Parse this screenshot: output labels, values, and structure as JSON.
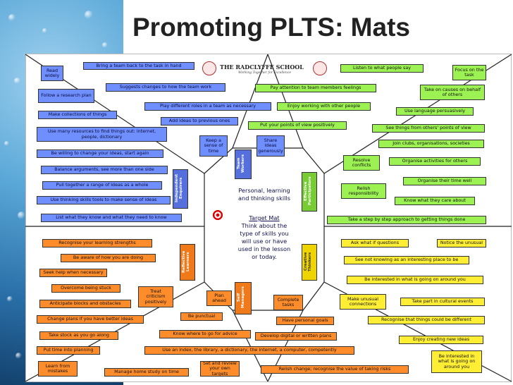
{
  "title": "Promoting PLTS: Mats",
  "school": {
    "name": "THE RADCLYFFE SCHOOL",
    "tagline": "Working Together for Excellence"
  },
  "center": {
    "line1": "Personal, learning",
    "line2": "and thinking skills",
    "line3": "Target Mat",
    "line4": "Think about the",
    "line5": "type of skills you",
    "line6": "will use or have",
    "line7": "used in the lesson",
    "line8": "or today."
  },
  "section_labels": {
    "team_workers": "Team Workers",
    "independent_enquirers": "Independent Enquirers",
    "effective_participators": "Effective Participators",
    "reflective_learners": "Reflective Learners",
    "creative_thinkers": "Creative Thinkers",
    "self_managers": "Self Managers"
  },
  "blue": [
    "Read widely",
    "Bring a team back to the task in hand",
    "Follow a research plan",
    "Suggests changes to how the team work",
    "Make collections of things",
    "Play different roles in a team as necessary",
    "Use many resources to find things out: internet, people, dictionary",
    "Add ideas to previous ones",
    "Be willing to change your ideas, start again",
    "Keep a sense of time",
    "Balance arguments, see more than one side",
    "Share ideas generously",
    "Pull together a range of ideas as a whole",
    "Use thinking skills tools to make sense of ideas",
    "List what they know and what they need to know"
  ],
  "green": [
    "Listen to what people say",
    "Focus on the task",
    "Pay attention to team members feelings",
    "Take on causes on behalf of others",
    "Enjoy working with other people",
    "Use language persuasively",
    "Put your points of view positively",
    "See things from others' points of view",
    "Join clubs, organisations, societies",
    "Resolve conflicts",
    "Organise activities for others",
    "Relish responsibility",
    "Organise their time well",
    "Know what they care about",
    "Take a step by step approach to getting things done"
  ],
  "orange": [
    "Recognise your learning strengths",
    "Be aware of how you are doing",
    "Seek help when necessary",
    "Overcome being stuck",
    "Treat criticism positively",
    "Anticipate blocks and obstacles",
    "Change plans if you have better ideas",
    "Take stock as you go along",
    "Put time into planning",
    "Learn from mistakes",
    "Plan ahead",
    "Complete tasks",
    "Be punctual",
    "Have personal goals",
    "Know where to go for advice",
    "Develop digital or written plans",
    "Use an index, the library, a dictionary, the internet, a computer, competently",
    "Set and review your own targets",
    "Manage home study on time",
    "Relish change; recognise the value of taking risks"
  ],
  "yellow": [
    "Ask what if questions",
    "Notice the unusual",
    "See not knowing as an interesting place to be",
    "Be interested in what is going on around you",
    "Make unusual connections",
    "Take part in cultural events",
    "Recognise that things could be different",
    "Enjoy creating new ideas",
    "Be interested in what is going on around you"
  ]
}
